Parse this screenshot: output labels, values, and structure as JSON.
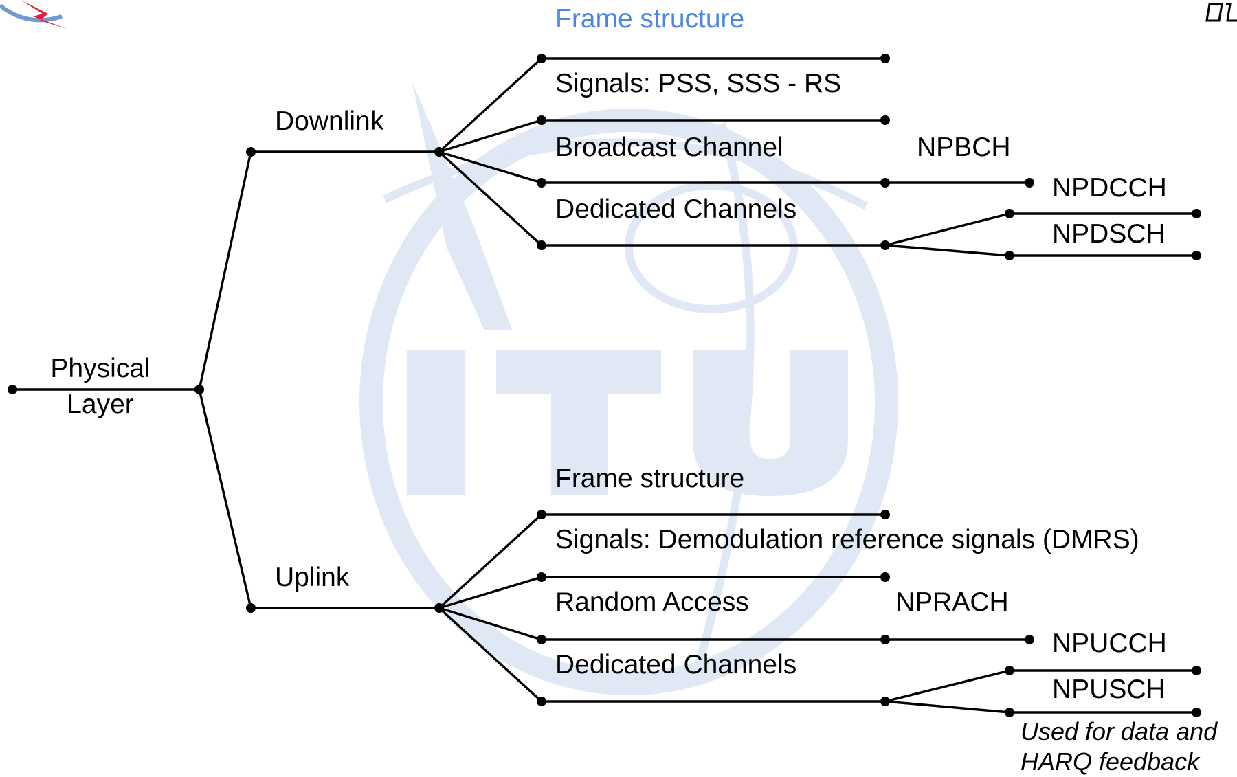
{
  "root": {
    "label_line1": "Physical",
    "label_line2": "Layer"
  },
  "downlink": {
    "label": "Downlink",
    "frame_structure": "Frame structure",
    "signals": "Signals: PSS, SSS - RS",
    "broadcast_channel": "Broadcast Channel",
    "broadcast_channel_name": "NPBCH",
    "dedicated_channels": "Dedicated Channels",
    "control_channel": "NPDCCH",
    "shared_channel": "NPDSCH"
  },
  "uplink": {
    "label": "Uplink",
    "frame_structure": "Frame structure",
    "signals": "Signals: Demodulation reference signals (DMRS)",
    "random_access": "Random Access",
    "random_access_channel": "NPRACH",
    "dedicated_channels": "Dedicated Channels",
    "control_channel": "NPUCCH",
    "shared_channel": "NPUSCH",
    "note_line1": "Used for data and",
    "note_line2": "HARQ feedback"
  },
  "watermark": {
    "text": "ITU"
  },
  "colors": {
    "accent": "#4a86e8",
    "wire": "#000000",
    "watermark": "#dfe8f4"
  }
}
